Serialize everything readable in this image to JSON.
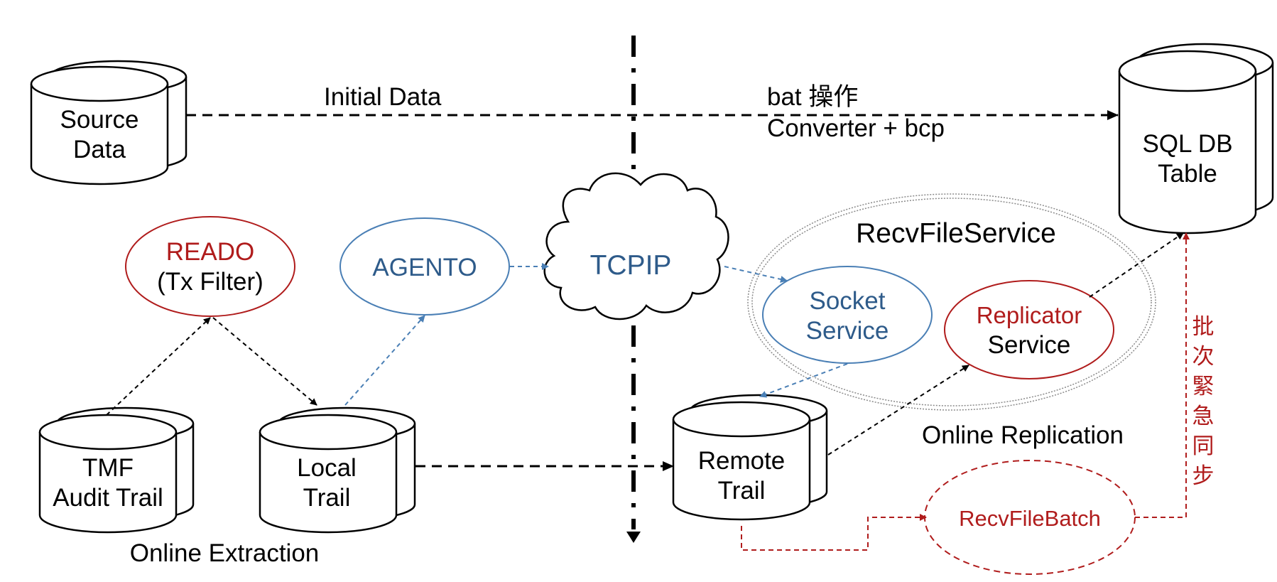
{
  "labels": {
    "source_data": [
      "Source",
      "Data"
    ],
    "initial_data": "Initial Data",
    "bat_op": "bat 操作",
    "converter": "Converter + bcp",
    "sql_db": [
      "SQL DB",
      "Table"
    ],
    "reado": [
      "READO",
      "(Tx Filter)"
    ],
    "agento": "AGENTO",
    "tcpip": "TCPIP",
    "recv_file_service": "RecvFileService",
    "socket_service": [
      "Socket",
      "Service"
    ],
    "replicator_service": [
      "Replicator",
      "Service"
    ],
    "tmf_audit_trail": [
      "TMF",
      "Audit Trail"
    ],
    "local_trail": [
      "Local",
      "Trail"
    ],
    "remote_trail": [
      "Remote",
      "Trail"
    ],
    "online_extraction": "Online Extraction",
    "online_replication": "Online Replication",
    "recv_file_batch": "RecvFileBatch",
    "batch_sync": [
      "批",
      "次",
      "緊",
      "急",
      "同",
      "步"
    ]
  },
  "colors": {
    "black": "#000000",
    "red": "#b01c1c",
    "blue": "#2e5b8a",
    "blue_stroke": "#4a7fb5",
    "gray": "#9a9a9a"
  }
}
